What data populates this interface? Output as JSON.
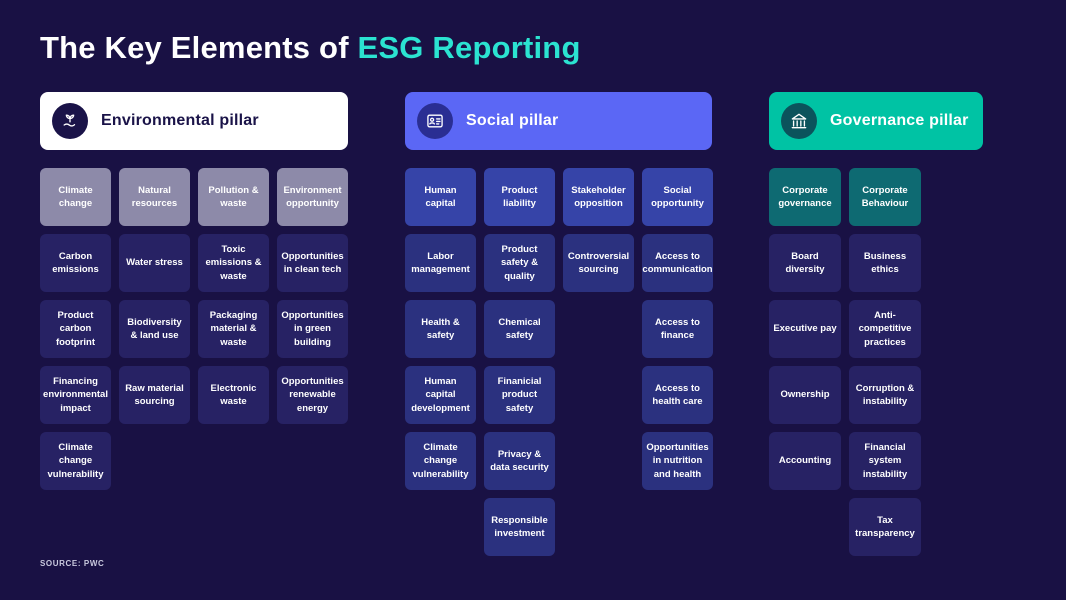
{
  "title": {
    "prefix": "The Key Elements of ",
    "highlight": "ESG Reporting"
  },
  "source": "SOURCE: PWC",
  "colors": {
    "background": "#191144",
    "accent": "#2be3d1"
  },
  "pillars": [
    {
      "name": "environmental",
      "label": "Environmental pillar",
      "icon": "seedling-hand-icon",
      "style": {
        "header_bg": "#ffffff",
        "header_text": "#1a1348",
        "icon_circle_bg": "#1a1348",
        "tile_top_bg": "#8d8aa9",
        "tile_body_bg": "#272264",
        "tile_text": "#ffffff"
      },
      "columns": 4,
      "rows": [
        [
          "Climate change",
          "Natural resources",
          "Pollution & waste",
          "Environment opportunity"
        ],
        [
          "Carbon emissions",
          "Water stress",
          "Toxic emissions & waste",
          "Opportunities in clean tech"
        ],
        [
          "Product carbon footprint",
          "Biodiversity & land use",
          "Packaging material & waste",
          "Opportunities in green building"
        ],
        [
          "Financing environmental impact",
          "Raw material sourcing",
          "Electronic waste",
          "Opportunities renewable energy"
        ],
        [
          "Climate change vulnerability",
          null,
          null,
          null
        ]
      ]
    },
    {
      "name": "social",
      "label": "Social pillar",
      "icon": "id-card-icon",
      "style": {
        "header_bg": "#5b67f5",
        "header_text": "#ffffff",
        "icon_circle_bg": "#2a2e93",
        "tile_top_bg": "#3644a8",
        "tile_body_bg": "#2b317f",
        "tile_text": "#ffffff"
      },
      "columns": 4,
      "rows": [
        [
          "Human capital",
          "Product liability",
          "Stakeholder opposition",
          "Social opportunity"
        ],
        [
          "Labor management",
          "Product safety & quality",
          "Controversial sourcing",
          "Access to communication"
        ],
        [
          "Health & safety",
          "Chemical safety",
          null,
          "Access to finance"
        ],
        [
          "Human capital development",
          "Finanicial product safety",
          null,
          "Access to health care"
        ],
        [
          "Climate change vulnerability",
          "Privacy & data security",
          null,
          "Opportunities in nutrition and health"
        ],
        [
          null,
          "Responsible investment",
          null,
          null
        ]
      ]
    },
    {
      "name": "governance",
      "label": "Governance pillar",
      "icon": "bank-icon",
      "style": {
        "header_bg": "#00c3a4",
        "header_text": "#ffffff",
        "icon_circle_bg": "#0b535c",
        "tile_top_bg": "#0e6a72",
        "tile_body_bg": "#272264",
        "tile_text": "#ffffff"
      },
      "columns": 2,
      "rows": [
        [
          "Corporate governance",
          "Corporate Behaviour"
        ],
        [
          "Board diversity",
          "Business ethics"
        ],
        [
          "Executive pay",
          "Anti-competitive practices"
        ],
        [
          "Ownership",
          "Corruption & instability"
        ],
        [
          "Accounting",
          "Financial system instability"
        ],
        [
          null,
          "Tax transparency"
        ]
      ]
    }
  ]
}
